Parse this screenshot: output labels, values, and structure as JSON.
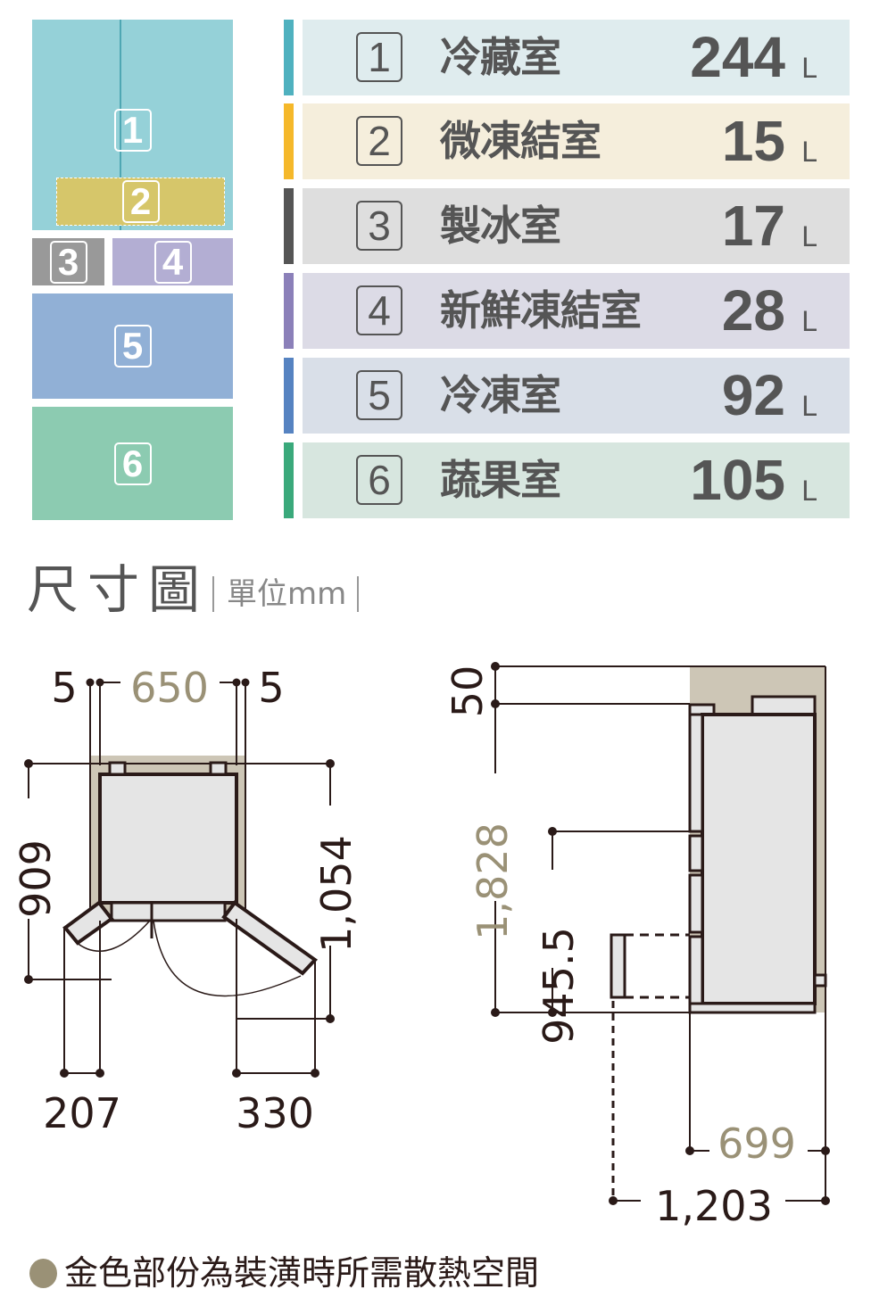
{
  "compartments": [
    {
      "num": "1",
      "name": "冷藏室",
      "value": "244",
      "unit": "L",
      "accent": "#4fb1bf",
      "bg": "#dfecee",
      "block": "#95d1d8"
    },
    {
      "num": "2",
      "name": "微凍結室",
      "value": "15",
      "unit": "L",
      "accent": "#f5b82a",
      "bg": "#f5eedc",
      "block": "#d6c66a"
    },
    {
      "num": "3",
      "name": "製冰室",
      "value": "17",
      "unit": "L",
      "accent": "#555555",
      "bg": "#dedede",
      "block": "#999999"
    },
    {
      "num": "4",
      "name": "新鮮凍結室",
      "value": "28",
      "unit": "L",
      "accent": "#8b80b9",
      "bg": "#dcdbe6",
      "block": "#b3aed3"
    },
    {
      "num": "5",
      "name": "冷凍室",
      "value": "92",
      "unit": "L",
      "accent": "#5683c1",
      "bg": "#d9dfe8",
      "block": "#91b0d6"
    },
    {
      "num": "6",
      "name": "蔬果室",
      "value": "105",
      "unit": "L",
      "accent": "#3aa97b",
      "bg": "#d7e6df",
      "block": "#8ccbb1"
    }
  ],
  "dimensions": {
    "title": "尺寸圖",
    "unit_label": "單位mm",
    "top_view": {
      "left_gap": "5",
      "width": "650",
      "right_gap": "5",
      "depth_closed": "909",
      "depth_open": "1,054",
      "left_door": "207",
      "right_door": "330"
    },
    "side_view": {
      "top_gap": "50",
      "height": "1,828",
      "handle_height": "945.5",
      "depth": "699",
      "depth_open": "1,203"
    }
  },
  "colors": {
    "gold": "#9a9176",
    "clearance": "#cdc6b6",
    "line": "#2a1a18",
    "body": "#e5e5e5"
  },
  "note": {
    "text": "金色部份為裝潢時所需散熱空間",
    "bullet_color": "#9a9176"
  }
}
